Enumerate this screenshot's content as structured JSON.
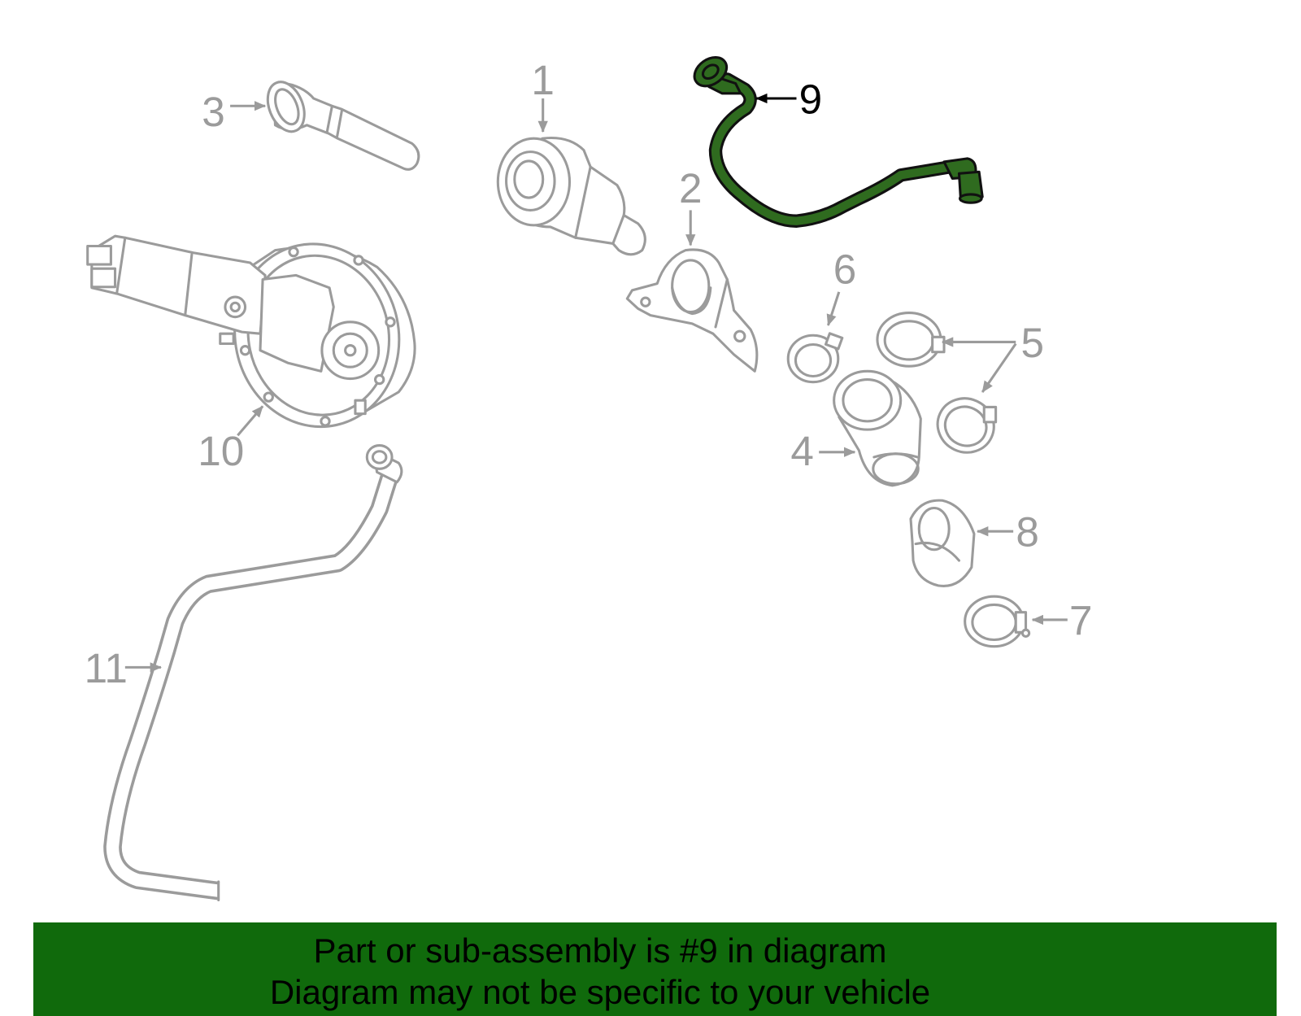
{
  "diagram": {
    "callouts": [
      "1",
      "2",
      "3",
      "4",
      "5",
      "6",
      "7",
      "8",
      "9",
      "10",
      "11"
    ],
    "colors": {
      "line": "#9b9b9b",
      "highlight": "#2f6b1f",
      "highlight_label": "#000000"
    }
  },
  "banner": {
    "line1": "Part or sub-assembly is #9 in diagram",
    "line2": "Diagram may not be specific to your vehicle",
    "background": "#106a0c",
    "text_color": "#000000"
  }
}
